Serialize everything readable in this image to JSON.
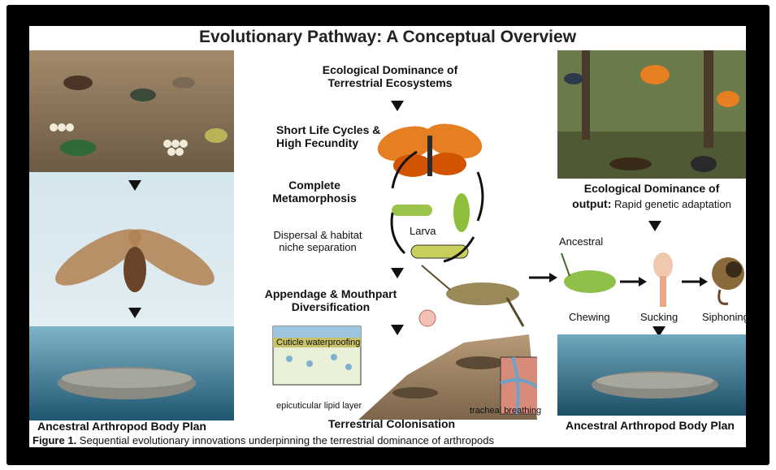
{
  "title": "Evolutionary Pathway: A Conceptual Overview",
  "left_panel": {
    "caption": "Ancestral Arthropod Body Plan"
  },
  "center_flow": {
    "top_box": "Ecological Dominance of\nTerrestrial Ecosystems",
    "cycle": {
      "short_life": "Short Life Cycles &\nHigh Fecundity",
      "complete_meta": "Complete\nMetamorphosis",
      "larva": "Larva",
      "dispersal": "Dispersal & habitat\nniche separation"
    },
    "appendage": "Appendage & Mouthpart\nDiversification",
    "cuticle": "Cuticle waterproofing",
    "lipid": "epicuticular lipid layer",
    "tracheal": "tracheal breathing",
    "colonisation": "Terrestrial Colonisation"
  },
  "right_panel": {
    "dominance_title": "Ecological Dominance of",
    "dominance_bold": "output:",
    "dominance_rest": "Rapid genetic adaptation",
    "ancestral": "Ancestral",
    "chewing": "Chewing",
    "sucking": "Sucking",
    "siphoning": "Siphoning",
    "caption": "Ancestral Arthropod Body Plan"
  },
  "figure": {
    "label": "Figure 1.",
    "text": " Sequential evolutionary innovations underpinning the terrestrial dominance of arthropods"
  },
  "colors": {
    "sky": "#cfe4ee",
    "sea": "#2d6f8c",
    "forest": "#5a6b3c",
    "butterfly": "#e67e22"
  }
}
